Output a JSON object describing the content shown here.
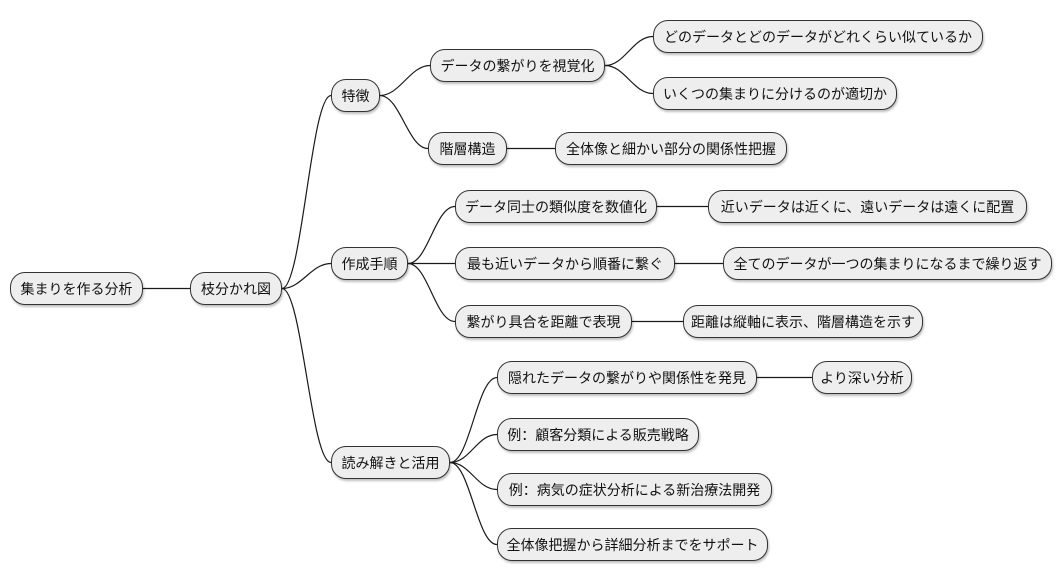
{
  "theme": {
    "background": "#ffffff",
    "node_fill": "#eeeeee",
    "node_border": "#333333",
    "node_text": "#111111",
    "edge_color": "#1a1a1a"
  },
  "mindmap": {
    "type": "mindmap-tree",
    "root": {
      "label": "集まりを作る分析",
      "children": [
        {
          "label": "枝分かれ図",
          "children": [
            {
              "label": "特徴",
              "children": [
                {
                  "label": "データの繋がりを視覚化",
                  "children": [
                    {
                      "label": "どのデータとどのデータがどれくらい似ているか",
                      "children": []
                    },
                    {
                      "label": "いくつの集まりに分けるのが適切か",
                      "children": []
                    }
                  ]
                },
                {
                  "label": "階層構造",
                  "children": [
                    {
                      "label": "全体像と細かい部分の関係性把握",
                      "children": []
                    }
                  ]
                }
              ]
            },
            {
              "label": "作成手順",
              "children": [
                {
                  "label": "データ同士の類似度を数値化",
                  "children": [
                    {
                      "label": "近いデータは近くに、遠いデータは遠くに配置",
                      "children": []
                    }
                  ]
                },
                {
                  "label": "最も近いデータから順番に繋ぐ",
                  "children": [
                    {
                      "label": "全てのデータが一つの集まりになるまで繰り返す",
                      "children": []
                    }
                  ]
                },
                {
                  "label": "繋がり具合を距離で表現",
                  "children": [
                    {
                      "label": "距離は縦軸に表示、階層構造を示す",
                      "children": []
                    }
                  ]
                }
              ]
            },
            {
              "label": "読み解きと活用",
              "children": [
                {
                  "label": "隠れたデータの繋がりや関係性を発見",
                  "children": [
                    {
                      "label": "より深い分析",
                      "children": []
                    }
                  ]
                },
                {
                  "label": "例：顧客分類による販売戦略",
                  "children": []
                },
                {
                  "label": "例：病気の症状分析による新治療法開発",
                  "children": []
                },
                {
                  "label": "全体像把握から詳細分析までをサポート",
                  "children": []
                }
              ]
            }
          ]
        }
      ]
    }
  }
}
